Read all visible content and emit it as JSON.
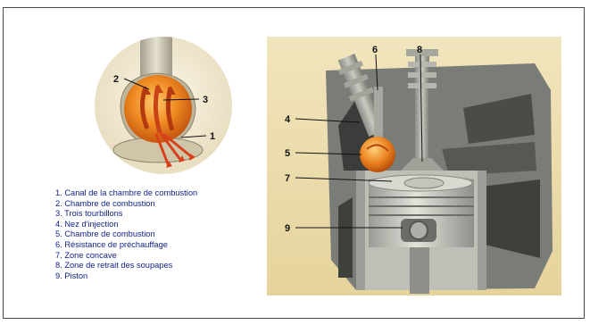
{
  "legend": {
    "items": [
      "1. Canal de la chambre de combustion",
      "2. Chambre de combustion",
      "3. Trois tourbillons",
      "4. Nez d'injection",
      "5. Chambre de combustion",
      "6. Résistance de préchauffage",
      "7. Zone concave",
      "8. Zone de retrait des soupapes",
      "9. Piston"
    ]
  },
  "inset_callouts": {
    "c1": "1",
    "c2": "2",
    "c3": "3"
  },
  "section_callouts": {
    "c4": "4",
    "c5": "5",
    "c6": "6",
    "c7": "7",
    "c8": "8",
    "c9": "9"
  },
  "colors": {
    "legend_text": "#0d1f88",
    "border": "#4a4a4a",
    "section_bg": "#ecdcad",
    "chamber_orange": "#e8741c",
    "flow_arrows": "#d8401a"
  }
}
